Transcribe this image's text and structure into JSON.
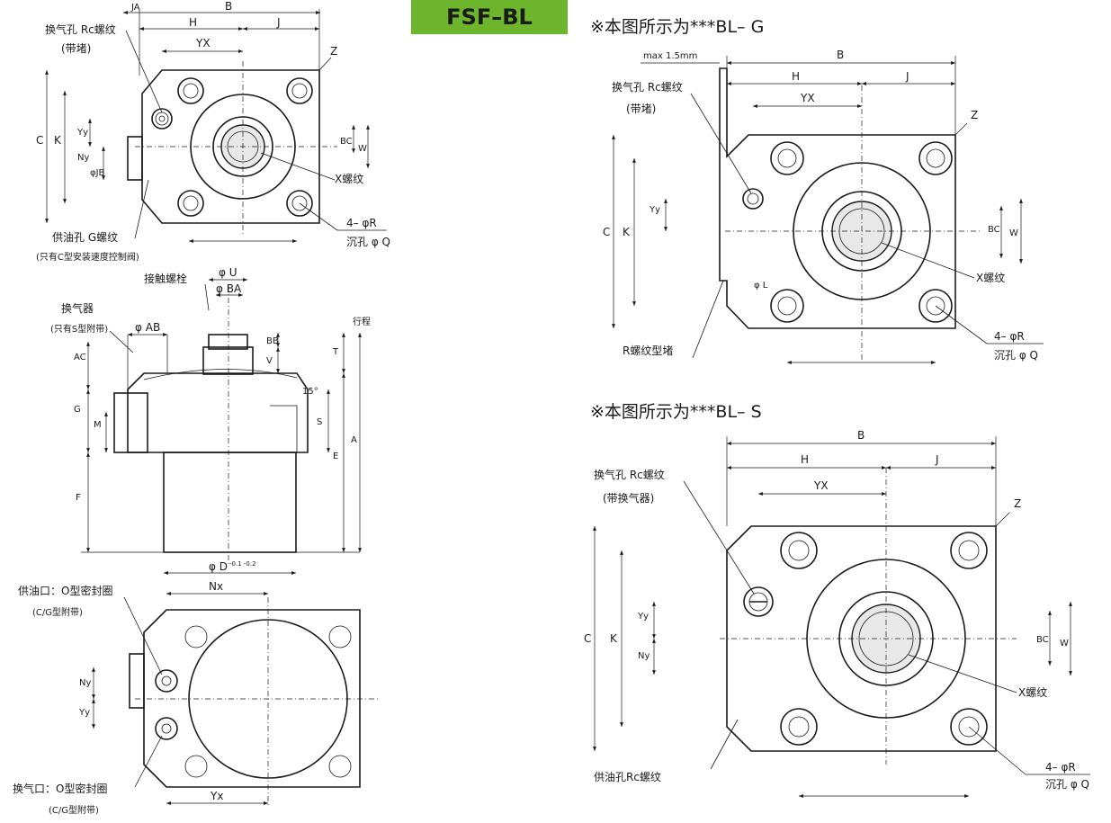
{
  "badge": "FSF–BL",
  "captions": {
    "g": "※本图所示为***BL– G",
    "s": "※本图所示为***BL– S"
  },
  "top_left": {
    "dims": [
      "JA",
      "B",
      "H",
      "J",
      "YX",
      "C",
      "K",
      "Yy",
      "Ny",
      "φJB",
      "BC",
      "W",
      "Z"
    ],
    "labels": {
      "vent": "换气孔 Rc螺纹",
      "vent_sub": "(带堵)",
      "x_thread": "X螺纹",
      "holes": "4– φR",
      "counterbore": "沉孔 φ Q",
      "supply": "供油孔 G螺纹",
      "supply_sub": "(只有C型安装速度控制阀)"
    }
  },
  "side_view": {
    "dims": [
      "φ U",
      "φ BA",
      "φ AB",
      "AC",
      "G",
      "M",
      "F",
      "BB",
      "V",
      "T",
      "S",
      "E",
      "A",
      "15°",
      "φ D"
    ],
    "d_tol": "-0.1 -0.2",
    "stroke": "行程",
    "labels": {
      "stopper": "接触螺栓",
      "breather": "换气器",
      "breather_sub": "(只有S型附带)"
    }
  },
  "bottom_view": {
    "dims": [
      "Nx",
      "Ny",
      "Yy",
      "Yx"
    ],
    "labels": {
      "supply_port": "供油口：O型密封圈",
      "supply_port_sub": "(C/G型附带)",
      "vent_port": "换气口：O型密封圈",
      "vent_port_sub": "(C/G型附带)"
    }
  },
  "right_g": {
    "max": "max 1.5mm",
    "dims": [
      "B",
      "H",
      "J",
      "YX",
      "Z",
      "C",
      "K",
      "Yy",
      "BC",
      "W",
      "φ L"
    ],
    "labels": {
      "vent": "换气孔 Rc螺纹",
      "vent_sub": "(带堵)",
      "x_thread": "X螺纹",
      "plug": "R螺纹型堵",
      "holes": "4– φR",
      "counterbore": "沉孔 φ Q"
    }
  },
  "right_s": {
    "dims": [
      "B",
      "H",
      "J",
      "YX",
      "Z",
      "C",
      "K",
      "Yy",
      "Ny",
      "BC",
      "W"
    ],
    "labels": {
      "vent": "换气孔 Rc螺纹",
      "vent_sub": "(带换气器)",
      "x_thread": "X螺纹",
      "supply": "供油孔Rc螺纹",
      "holes": "4– φR",
      "counterbore": "沉孔 φ Q"
    }
  }
}
